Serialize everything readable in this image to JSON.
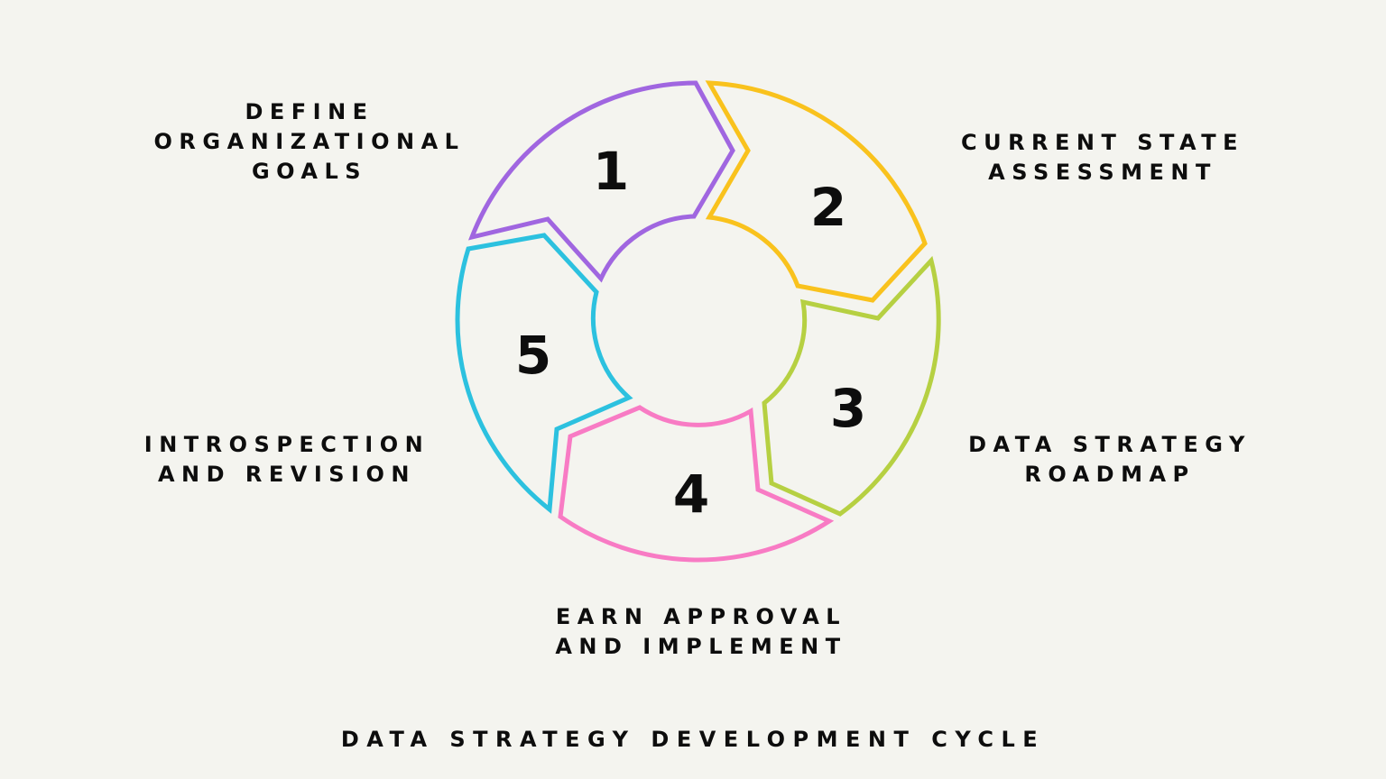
{
  "title": "DATA STRATEGY DEVELOPMENT CYCLE",
  "colors": {
    "background": "#f4f4ef",
    "text": "#0d0d0d",
    "step1": "#a066e0",
    "step2": "#f9c21d",
    "step3": "#b6d042",
    "step4": "#f87bc4",
    "step5": "#2cc1df"
  },
  "steps": [
    {
      "number": "1",
      "label_lines": [
        "DEFINE",
        "ORGANIZATIONAL",
        "GOALS"
      ],
      "color": "#a066e0"
    },
    {
      "number": "2",
      "label_lines": [
        "CURRENT STATE",
        "ASSESSMENT"
      ],
      "color": "#f9c21d"
    },
    {
      "number": "3",
      "label_lines": [
        "DATA STRATEGY",
        "ROADMAP"
      ],
      "color": "#b6d042"
    },
    {
      "number": "4",
      "label_lines": [
        "EARN APPROVAL",
        "AND IMPLEMENT"
      ],
      "color": "#f87bc4"
    },
    {
      "number": "5",
      "label_lines": [
        "INTROSPECTION",
        "AND REVISION"
      ],
      "color": "#2cc1df"
    }
  ]
}
